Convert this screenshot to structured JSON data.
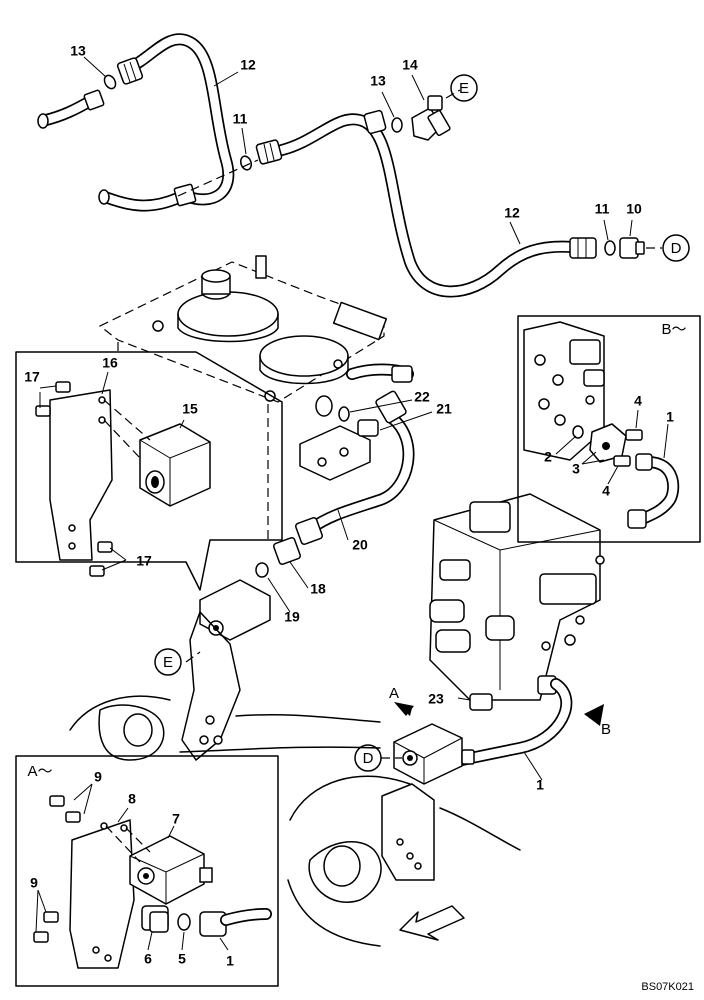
{
  "figure": {
    "reference_code": "BS07K021",
    "callouts": {
      "c1": "13",
      "c2": "12",
      "c3": "11",
      "c4": "13",
      "c5": "14",
      "c6": "12",
      "c7": "11",
      "c8": "10",
      "c9": "16",
      "c10": "17",
      "c11": "15",
      "c12": "17",
      "c13": "22",
      "c14": "21",
      "c15": "20",
      "c16": "18",
      "c17": "19",
      "c18": "4",
      "c19": "1",
      "c20": "2",
      "c21": "3",
      "c22": "4",
      "c23": "23",
      "c24": "1",
      "c25": "9",
      "c26": "8",
      "c27": "7",
      "c28": "9",
      "c29": "6",
      "c30": "5",
      "c31": "1"
    },
    "refs": {
      "e_top": "E",
      "d_top": "D",
      "e_mid": "E",
      "d_mid": "D"
    },
    "views": {
      "a_arrow": "A",
      "b_arrow": "B",
      "view_a": "A～",
      "view_b": "B～"
    }
  }
}
